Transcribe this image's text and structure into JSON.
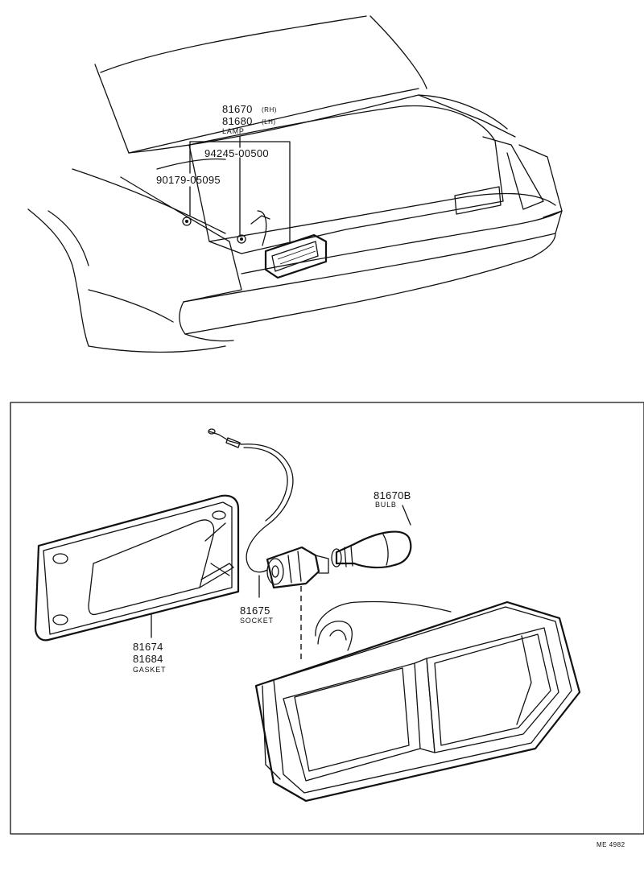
{
  "top_view": {
    "lamp": {
      "part_rh": "81670",
      "side_rh": "(RH)",
      "part_lh": "81680",
      "side_lh": "(LH)",
      "name": "LAMP"
    },
    "screw": {
      "part": "94245-00500"
    },
    "nut": {
      "part": "90179-05095"
    }
  },
  "exploded_view": {
    "bulb": {
      "part": "81670B",
      "name": "BULB"
    },
    "socket": {
      "part": "81675",
      "name": "SOCKET"
    },
    "gasket": {
      "part_a": "81674",
      "part_b": "81684",
      "name": "GASKET"
    }
  },
  "figure_code": "ME 4982",
  "colors": {
    "ink": "#111111",
    "paper": "#ffffff"
  }
}
